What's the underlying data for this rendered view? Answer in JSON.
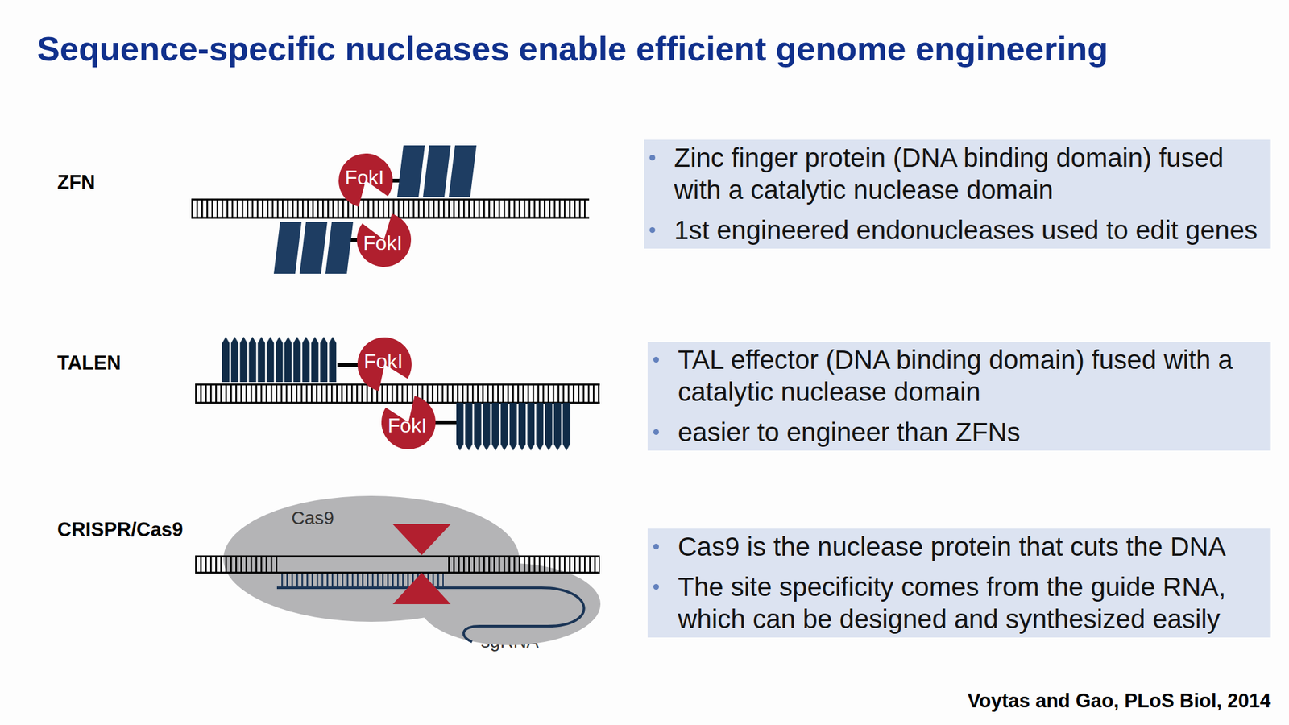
{
  "diagram": {
    "title": "Sequence-specific nucleases enable efficient genome engineering",
    "caption": "Voytas and Gao, PLoS Biol, 2014",
    "nodes": [
      {
        "text": [
          "FokI"
        ]
      },
      {
        "text": [
          "Zinc finger protein (DNA binding domain) fused with a catalytic nuclease domain",
          "1st engineered endonucleases used to edit genes"
        ]
      },
      {
        "text": [
          "FokI"
        ]
      },
      {
        "text": [
          "FokI"
        ]
      },
      {
        "text": [
          "TAL effector (DNA binding domain) fused with a catalytic nuclease domain",
          "easier to engineer than ZFNs"
        ]
      },
      {
        "text": [
          "FokI"
        ]
      },
      {
        "text": [
          "Cas9"
        ]
      },
      {
        "text": [
          "Cas9 is the nuclease protein that cuts the DNA",
          "The site specificity comes from the guide RNA, which can be designed and synthesized easily"
        ]
      }
    ],
    "labels": [
      "ZFN",
      "TALEN",
      "CRISPR/Cas9",
      "sgRNA"
    ]
  }
}
